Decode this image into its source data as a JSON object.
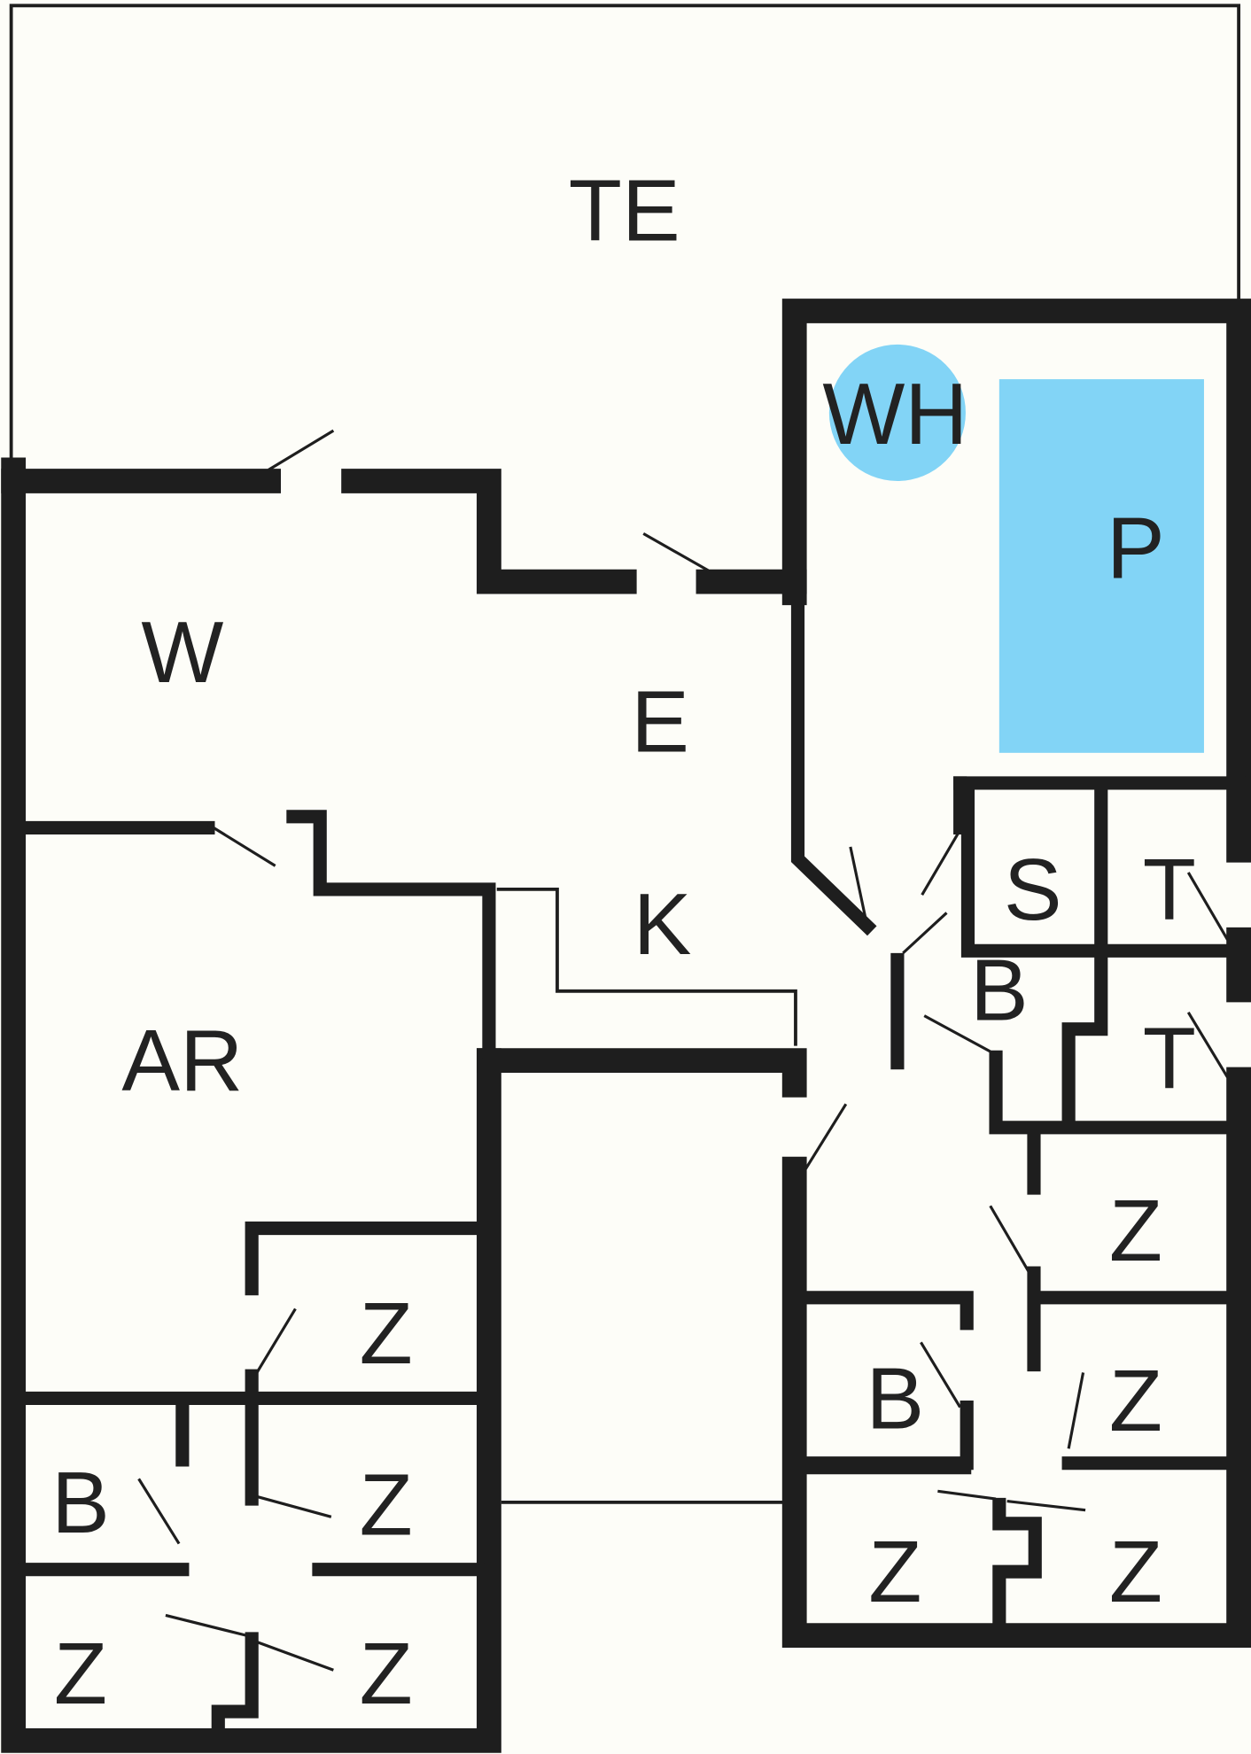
{
  "title": "Floor plan",
  "colors": {
    "background": "#fdfdf8",
    "wall": "#1e1e1e",
    "water": "#82d4f6"
  },
  "rooms": {
    "terrace": "TE",
    "whirlpool": "WH",
    "pool": "P",
    "living": "W",
    "dining": "E",
    "kitchen": "K",
    "utility": "AR",
    "sauna": "S",
    "toilet_1": "T",
    "toilet_2": "T",
    "bath_1": "B",
    "bath_2": "B",
    "bath_3": "B",
    "bedroom_1": "Z",
    "bedroom_2": "Z",
    "bedroom_3": "Z",
    "bedroom_4": "Z",
    "bedroom_5": "Z",
    "bedroom_6": "Z",
    "bedroom_7": "Z",
    "bedroom_8": "Z"
  }
}
